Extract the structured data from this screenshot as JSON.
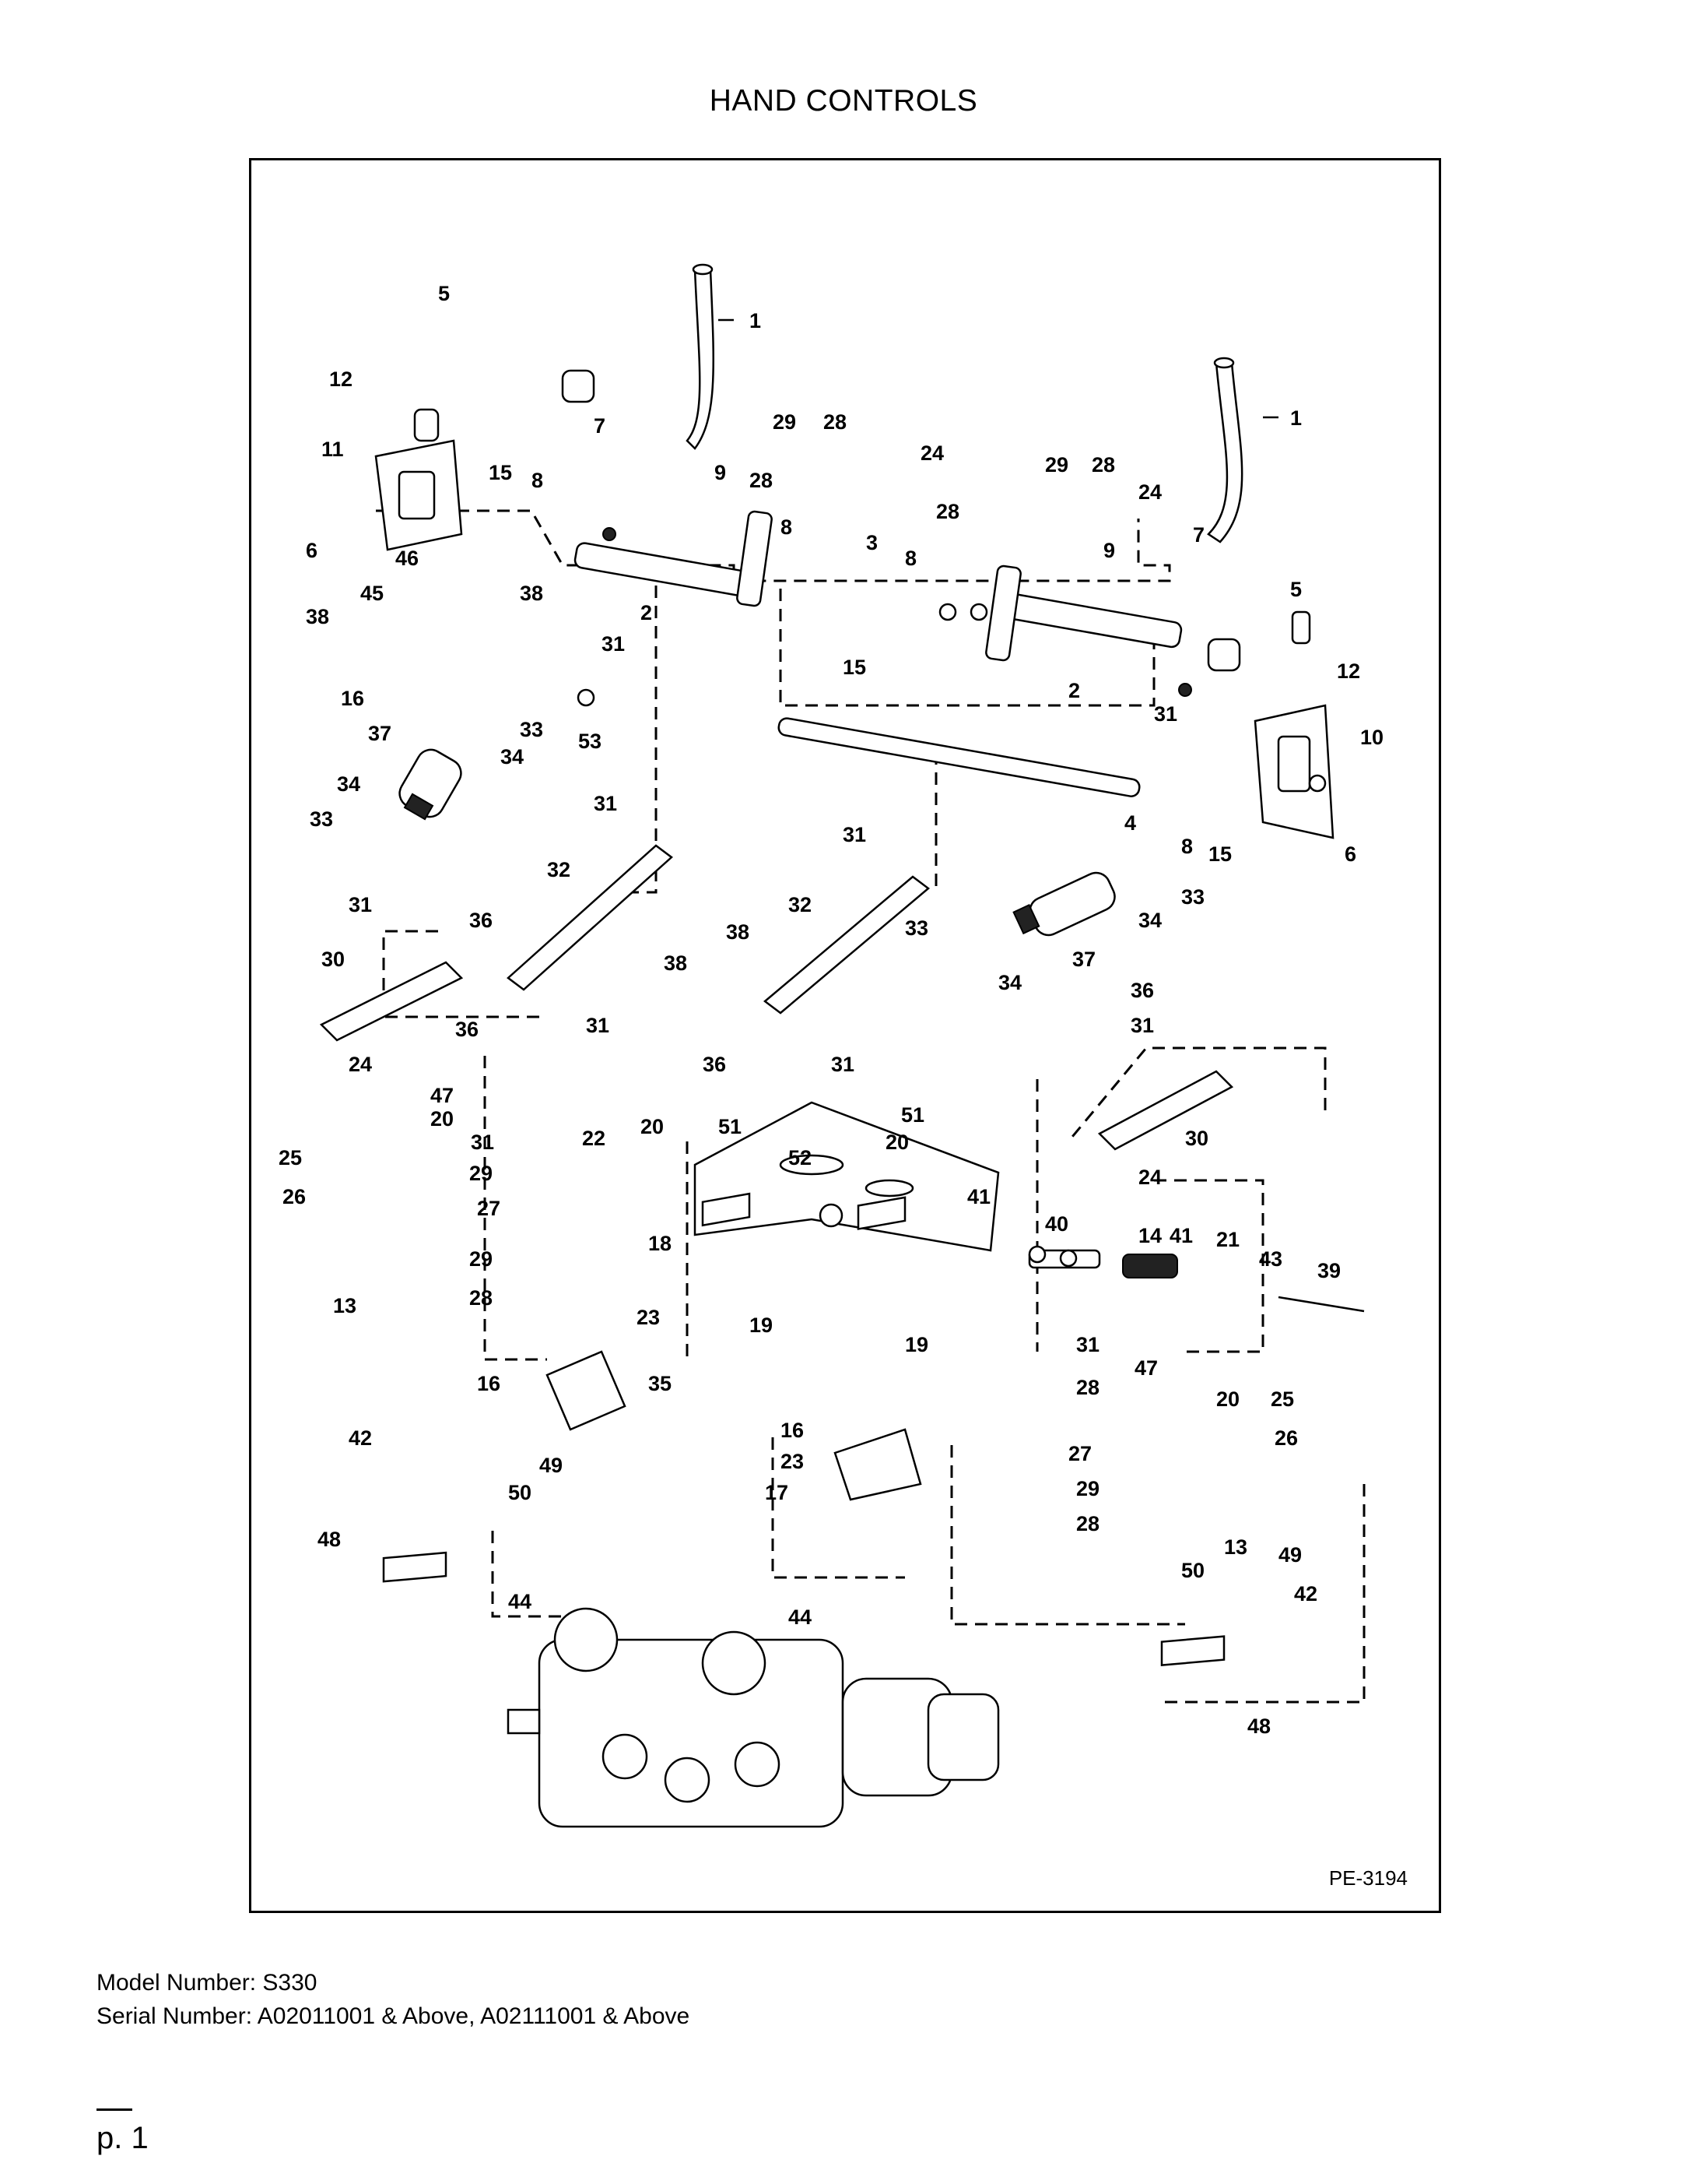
{
  "page_title": "HAND CONTROLS",
  "figure_id": "PE-3194",
  "model_line": "Model Number: S330",
  "serial_line": "Serial Number: A02011001 & Above, A02111001 & Above",
  "page_number": "p. 1",
  "callouts": [
    "1",
    "2",
    "3",
    "4",
    "5",
    "6",
    "7",
    "8",
    "9",
    "10",
    "11",
    "12",
    "13",
    "14",
    "15",
    "16",
    "17",
    "18",
    "19",
    "20",
    "21",
    "22",
    "23",
    "24",
    "25",
    "26",
    "27",
    "28",
    "29",
    "30",
    "31",
    "32",
    "33",
    "34",
    "35",
    "36",
    "37",
    "38",
    "39",
    "40",
    "41",
    "42",
    "43",
    "44",
    "45",
    "46",
    "47",
    "48",
    "49",
    "50",
    "51",
    "52",
    "53"
  ]
}
